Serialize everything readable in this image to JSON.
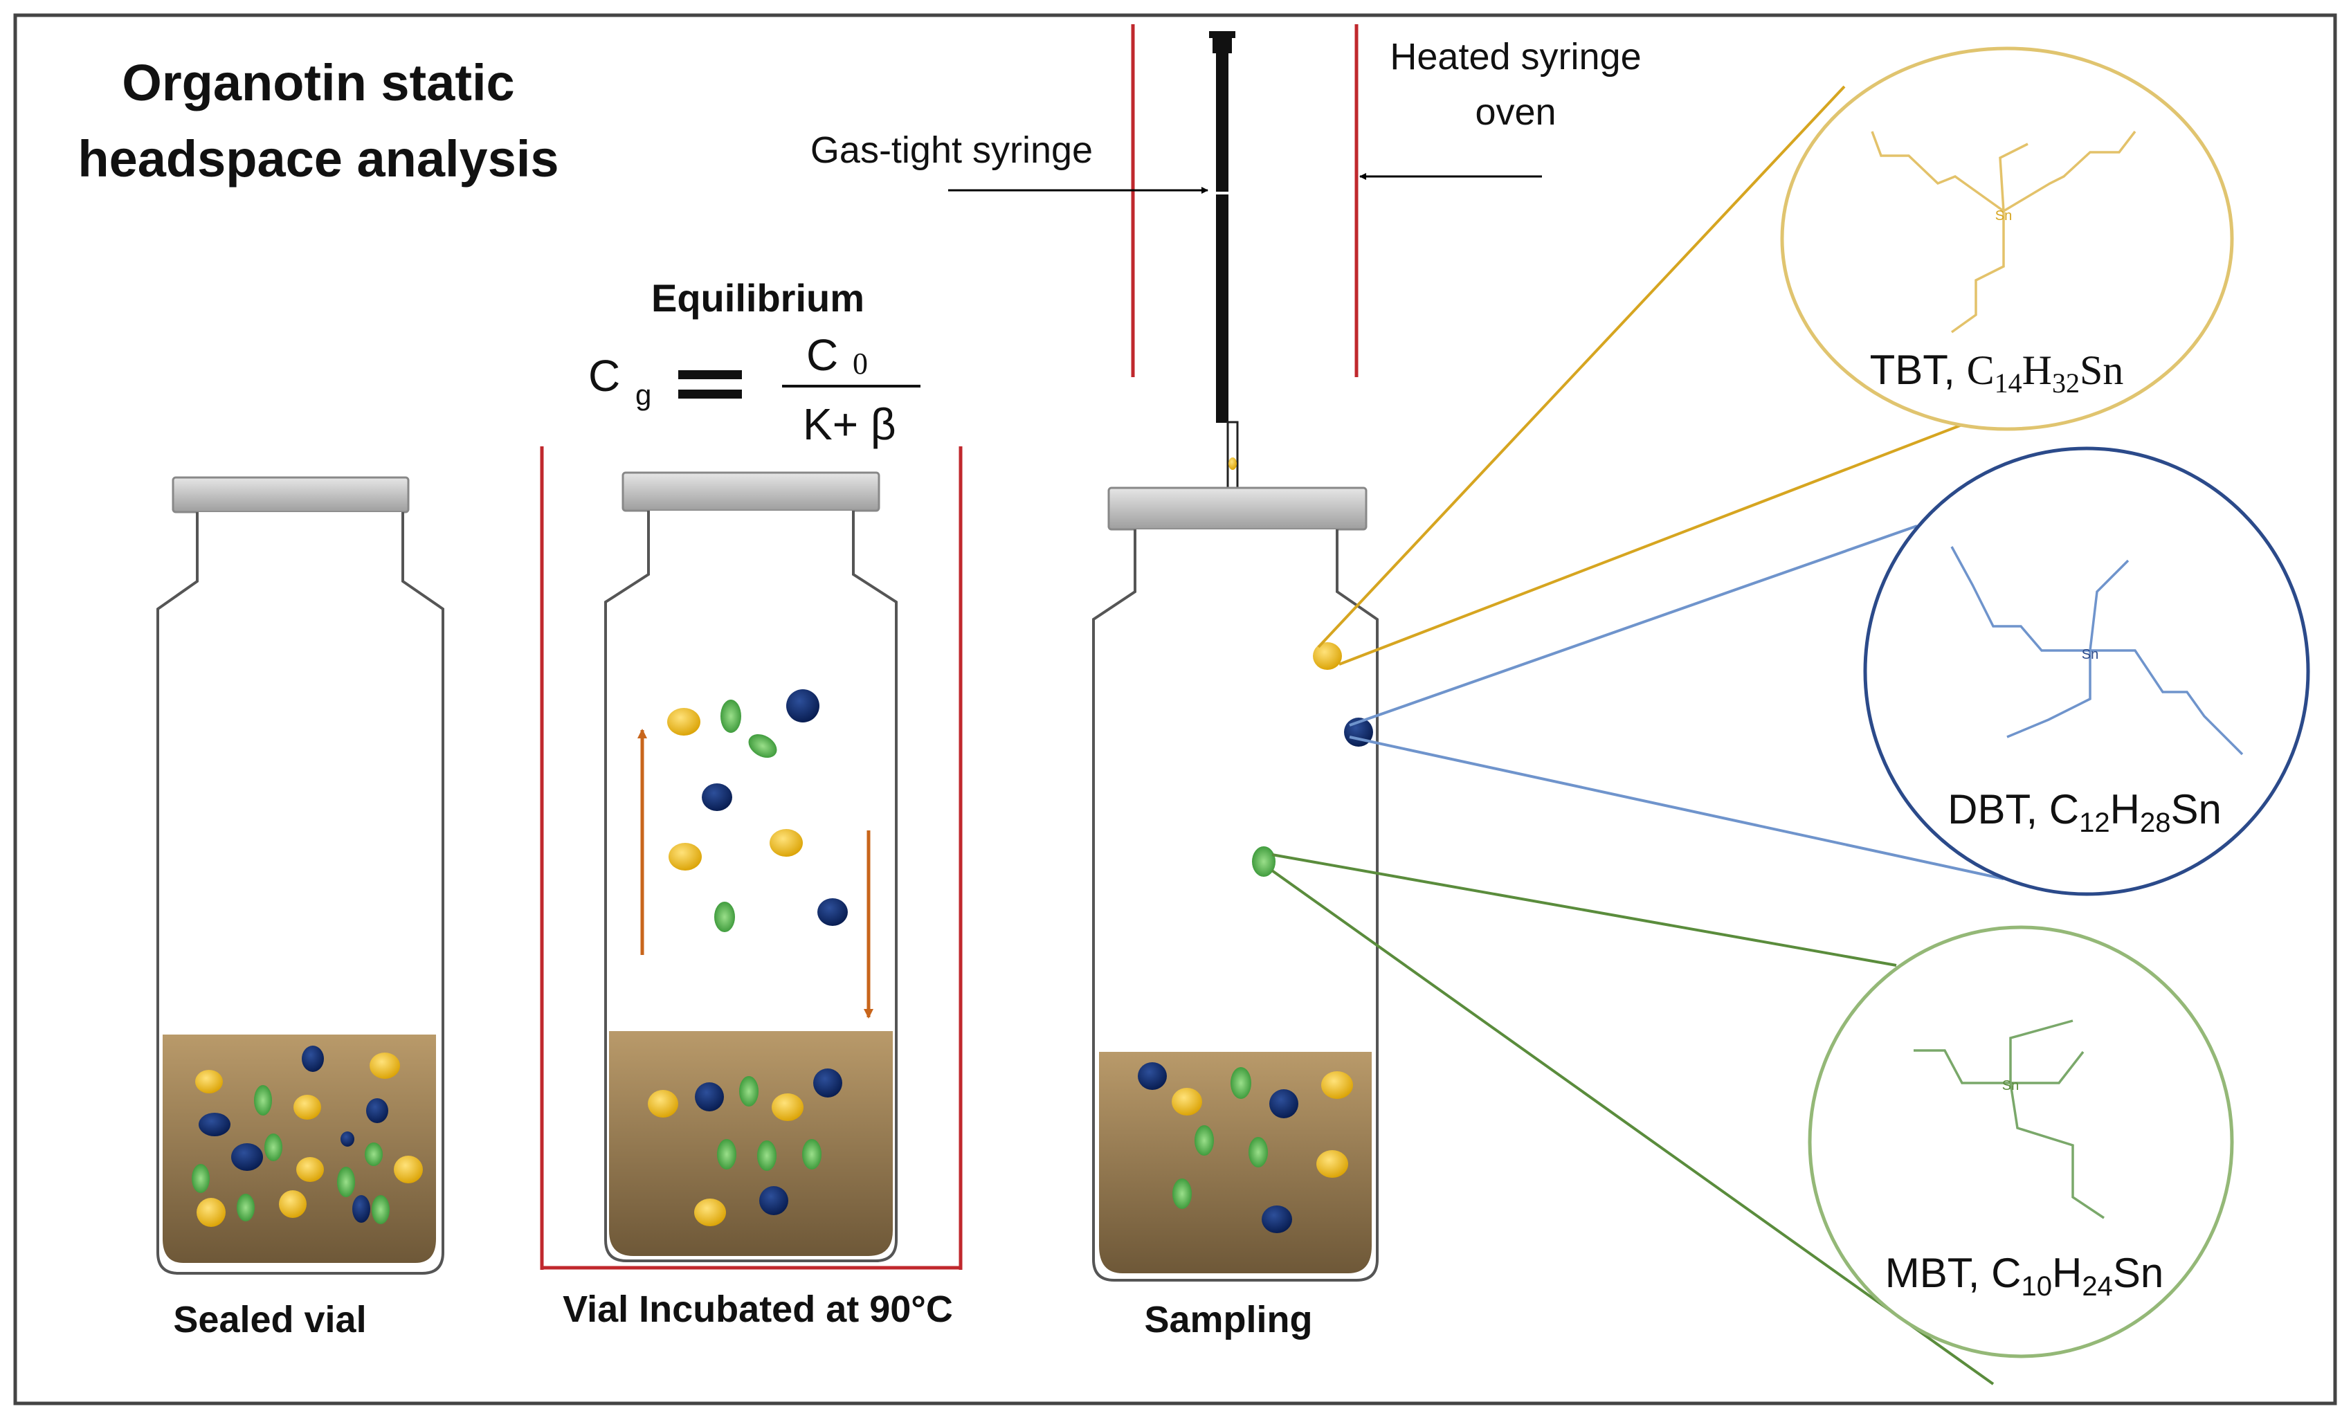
{
  "title": {
    "line1": "Organotin static",
    "line2": "headspace analysis"
  },
  "labels": {
    "gas_tight_syringe": "Gas-tight syringe",
    "heated_oven_line1": "Heated syringe",
    "heated_oven_line2": "oven",
    "equilibrium": "Equilibrium"
  },
  "equation": {
    "lhs": "C",
    "lhs_sub": "g",
    "numerator": "C",
    "numerator_sub": "0",
    "denominator": "K+ β"
  },
  "steps": {
    "sealed": "Sealed vial",
    "incubated": "Vial Incubated at 90°C",
    "sampling": "Sampling"
  },
  "compounds": [
    {
      "abbr": "TBT",
      "C": "14",
      "H": "32",
      "color": "#e8b31a",
      "ring": "#e0c46f",
      "line": "#d6a520"
    },
    {
      "abbr": "DBT",
      "C": "12",
      "H": "28",
      "color": "#0d2a6b",
      "ring": "#2b4a8a",
      "line": "#6f94cc"
    },
    {
      "abbr": "MBT",
      "C": "10",
      "H": "24",
      "color": "#2f8f2f",
      "ring": "#94b877",
      "line": "#5a8c3c"
    }
  ],
  "sn_label": "Sn",
  "colors": {
    "frame": "#444444",
    "red_line": "#c0282d",
    "arrow": "#c8651b",
    "soil_top": "#b99a6a",
    "soil_bottom": "#6e5838",
    "cap": "#bcbcbc",
    "syringe": "#111111"
  }
}
